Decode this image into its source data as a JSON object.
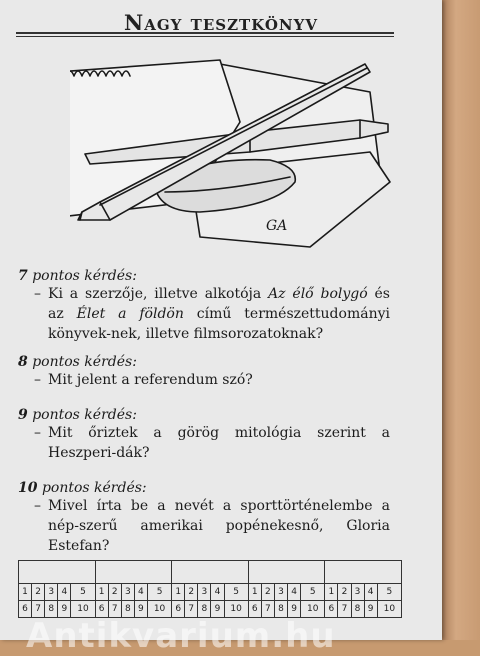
{
  "header": {
    "title": "Nagy tesztkönyv"
  },
  "illustration": {
    "signature": "GA"
  },
  "questions": [
    {
      "points_label": "7",
      "heading_rest": "pontos kérdés:",
      "dash": "–",
      "line1": "Ki a szerzője, illetve alkotója ",
      "title1": "Az élő bolygó",
      "line1b": " és az ",
      "title2": "Élet a földön",
      "line2": " című természettudományi könyvek-nek, illetve filmsorozatoknak?"
    },
    {
      "points_label": "8",
      "heading_rest": "pontos kérdés:",
      "dash": "–",
      "text": "Mit jelent a referendum szó?"
    },
    {
      "points_label": "9",
      "heading_rest": "pontos kérdés:",
      "dash": "–",
      "text": "Mit őriztek a görög mitológia szerint a Heszperi-dák?"
    },
    {
      "points_label": "10",
      "heading_rest": "pontos kérdés:",
      "dash": "–",
      "text": "Mivel írta be a nevét a sporttörténelembe a nép-szerű amerikai popénekesnő, Gloria Estefan?"
    }
  ],
  "answer_grid": {
    "row1": [
      "1",
      "2",
      "3",
      "4",
      "5",
      "1",
      "2",
      "3",
      "4",
      "5",
      "1",
      "2",
      "3",
      "4",
      "5",
      "1",
      "2",
      "3",
      "4",
      "5",
      "1",
      "2",
      "3",
      "4",
      "5"
    ],
    "row2": [
      "6",
      "7",
      "8",
      "9",
      "10",
      "6",
      "7",
      "8",
      "9",
      "10",
      "6",
      "7",
      "8",
      "9",
      "10",
      "6",
      "7",
      "8",
      "9",
      "10",
      "6",
      "7",
      "8",
      "9",
      "10"
    ]
  },
  "watermark": "Antikvarium.hu"
}
